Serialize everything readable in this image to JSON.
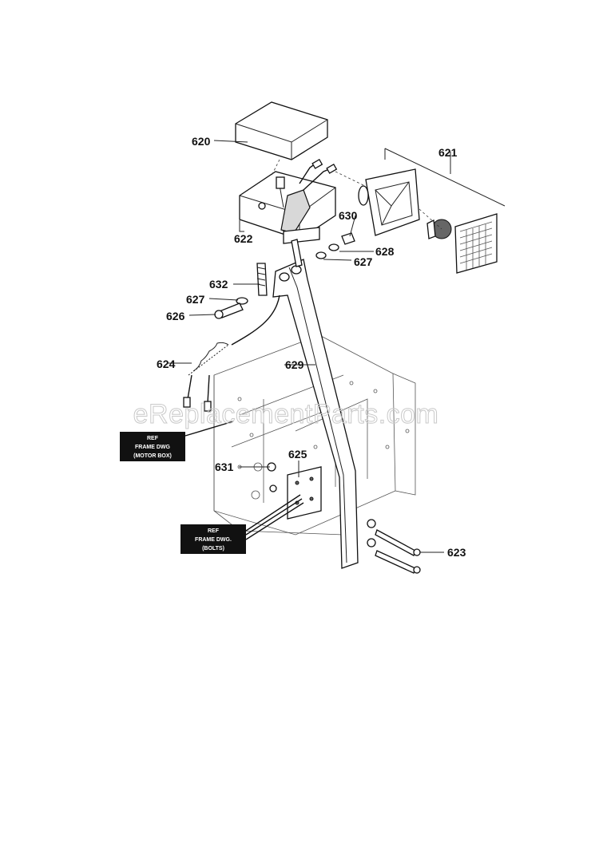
{
  "watermark": "eReplacementParts.com",
  "part_labels": {
    "p620": "620",
    "p621": "621",
    "p622": "622",
    "p623": "623",
    "p624": "624",
    "p625": "625",
    "p626": "626",
    "p627a": "627",
    "p627b": "627",
    "p628": "628",
    "p629": "629",
    "p630": "630",
    "p631": "631",
    "p632": "632"
  },
  "ref_boxes": {
    "motor_box": {
      "line1": "REF",
      "line2": "FRAME DWG",
      "line3": "(MOTOR BOX)"
    },
    "bolts": {
      "line1": "REF",
      "line2": "FRAME DWG.",
      "line3": "(BOLTS)"
    }
  }
}
